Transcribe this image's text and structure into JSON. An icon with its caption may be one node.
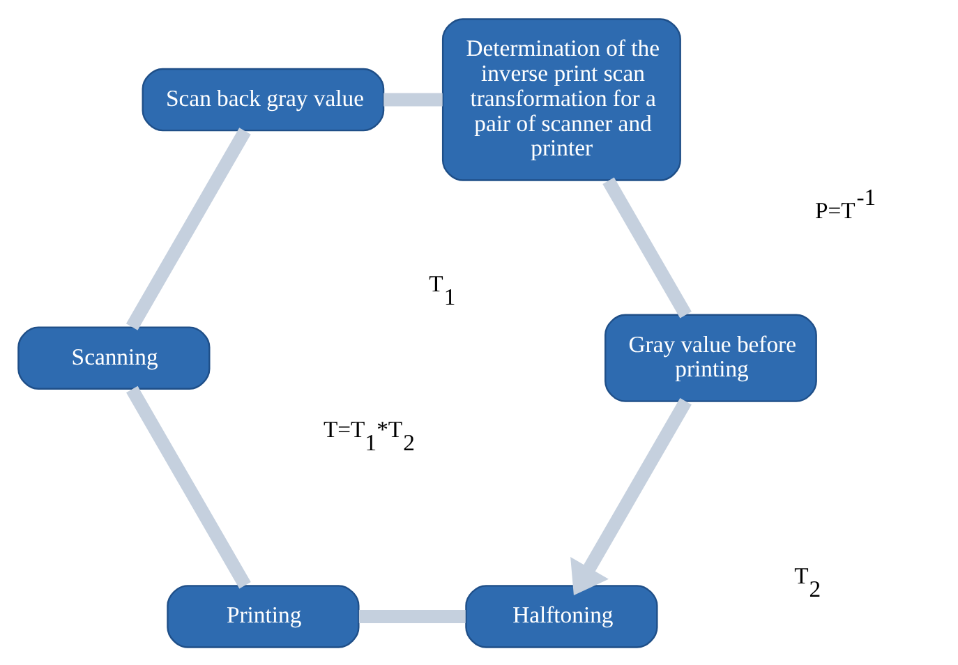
{
  "diagram": {
    "nodes": [
      {
        "text": [
          "Halftoning"
        ]
      },
      {
        "text": [
          "Printing"
        ]
      },
      {
        "text": [
          "Scanning"
        ]
      },
      {
        "text": [
          "Scan back gray value"
        ]
      },
      {
        "text": [
          "Determination of the inverse print scan transformation for a pair of scanner and printer"
        ]
      },
      {
        "text": [
          "Gray value before printing"
        ]
      }
    ],
    "edges": [
      {
        "from": 0,
        "to": 1,
        "arrow": "none"
      },
      {
        "from": 1,
        "to": 2,
        "arrow": "none"
      },
      {
        "from": 2,
        "to": 3,
        "arrow": "none"
      },
      {
        "from": 3,
        "to": 4,
        "arrow": "none"
      },
      {
        "from": 4,
        "to": 5,
        "arrow": "none"
      },
      {
        "from": 5,
        "to": 0,
        "arrow": "to"
      }
    ],
    "labels": [
      "T$_{1}$",
      "T=T$_{1}$*T$_{2}$",
      "T$_{2}$",
      "P=T$^{-1}$"
    ]
  }
}
